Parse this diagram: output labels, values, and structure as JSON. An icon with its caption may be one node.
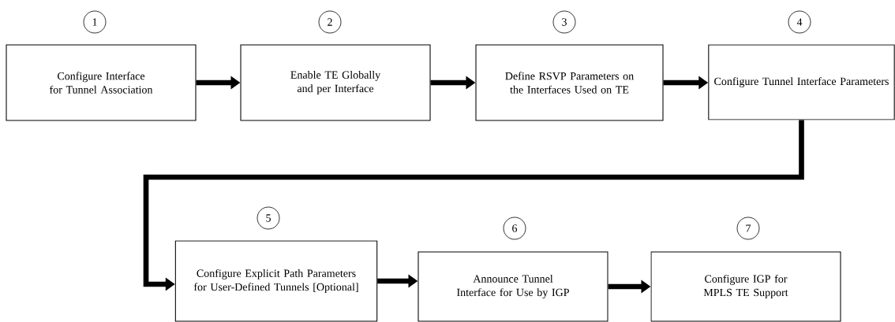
{
  "diagram": {
    "nodes": [
      {
        "text": [
          "Configure Interface for Tunnel Association"
        ],
        "beside": [
          "1"
        ]
      },
      {
        "text": [
          "Enable TE Globally and per Interface"
        ],
        "beside": [
          "2"
        ]
      },
      {
        "text": [
          "Define RSVP Parameters on the Interfaces Used on TE"
        ],
        "beside": [
          "3"
        ]
      },
      {
        "text": [
          "Configure Tunnel Interface Parameters"
        ],
        "beside": [
          "4"
        ]
      },
      {
        "text": [
          "Configure Explicit Path Parameters for User-Defined Tunnels [Optional]"
        ],
        "beside": [
          "5"
        ]
      },
      {
        "text": [
          "Announce Tunnel Interface for Use by IGP"
        ],
        "beside": [
          "6"
        ]
      },
      {
        "text": [
          "Configure IGP for MPLS TE Support"
        ],
        "beside": [
          "7"
        ]
      }
    ],
    "edges": [
      {
        "from": 0,
        "to": 1,
        "arrow": "to"
      },
      {
        "from": 1,
        "to": 2,
        "arrow": "to"
      },
      {
        "from": 2,
        "to": 3,
        "arrow": "to"
      },
      {
        "from": 3,
        "to": 4,
        "arrow": "to"
      },
      {
        "from": 4,
        "to": 5,
        "arrow": "to"
      },
      {
        "from": 5,
        "to": 6,
        "arrow": "to"
      }
    ]
  }
}
